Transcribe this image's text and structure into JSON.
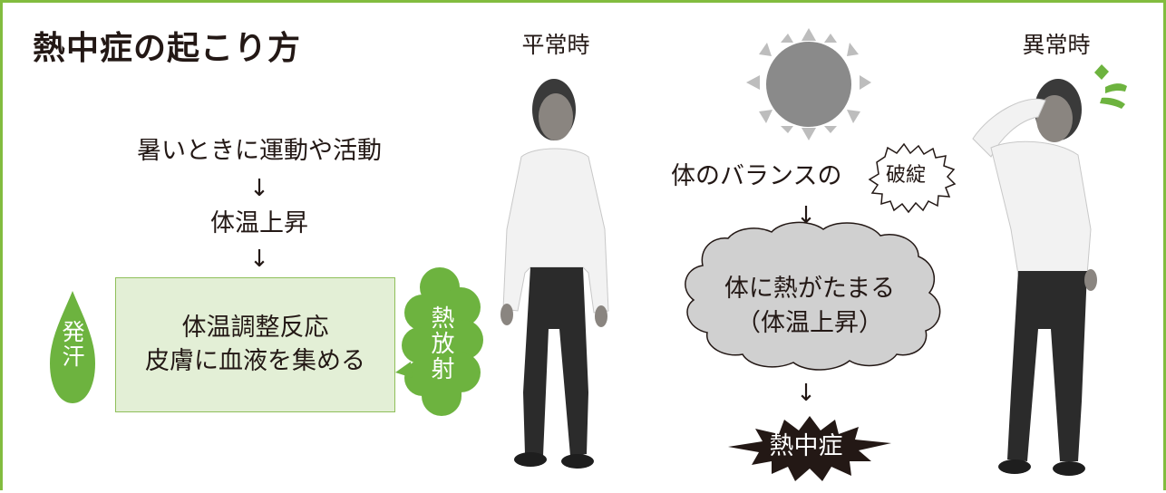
{
  "title": "熱中症の起こり方",
  "labels": {
    "normal": "平常時",
    "abnormal": "異常時"
  },
  "left_flow": {
    "step1": "暑いときに運動や活動",
    "step2": "体温上昇",
    "box_line1": "体温調整反応",
    "box_line2": "皮膚に血液を集める",
    "sweat": "発汗",
    "radiation": "熱放射"
  },
  "right_flow": {
    "balance": "体のバランスの",
    "breakdown": "破綻",
    "cloud_line1": "体に熱がたまる",
    "cloud_line2": "（体温上昇）",
    "result": "熱中症"
  },
  "arrow_glyph": "↓",
  "colors": {
    "border": "#82bc3f",
    "box_fill": "#e3efd6",
    "green": "#6db33f",
    "cloud": "#d0d0d0",
    "sun": "#8a8a8a",
    "burst": "#231815"
  }
}
